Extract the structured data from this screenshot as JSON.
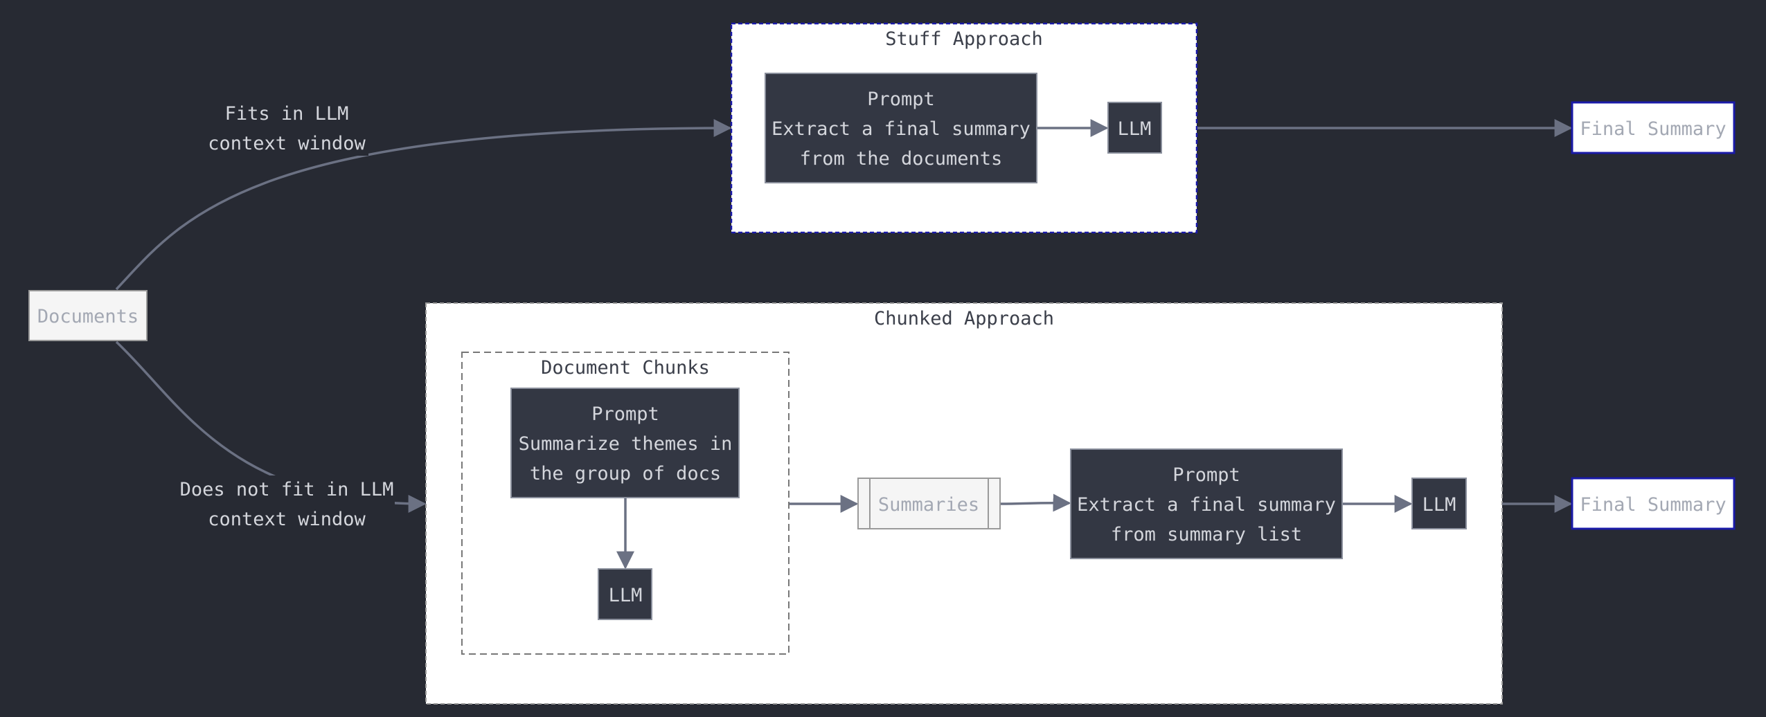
{
  "diagram": {
    "nodes": {
      "documents": "Documents",
      "stuff_prompt": [
        "Prompt",
        "Extract a final summary",
        "from the documents"
      ],
      "stuff_llm": "LLM",
      "stuff_final": "Final Summary",
      "chunk_prompt": [
        "Prompt",
        "Summarize themes in",
        "the group of docs"
      ],
      "chunk_llm": "LLM",
      "summaries": "Summaries",
      "final_prompt": [
        "Prompt",
        "Extract a final summary",
        "from summary list"
      ],
      "final_llm": "LLM",
      "chunked_final": "Final Summary"
    },
    "groups": {
      "stuff": "Stuff Approach",
      "chunked": "Chunked Approach",
      "document_chunks": "Document Chunks"
    },
    "edge_labels": {
      "fits": [
        "Fits in LLM",
        "context window"
      ],
      "not_fits": [
        "Does not fit in LLM",
        "context window"
      ]
    },
    "colors": {
      "background": "#272a33",
      "edge": "#6b7183",
      "final_border": "#1a1aa8",
      "group_fill": "#ffffff"
    }
  }
}
